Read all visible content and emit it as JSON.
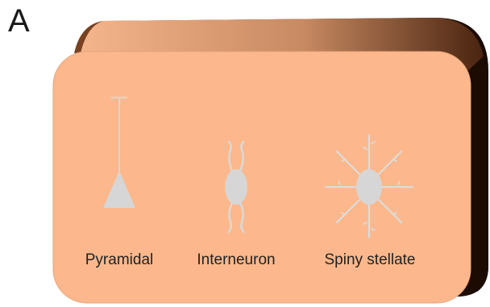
{
  "panel": {
    "letter": "A"
  },
  "colors": {
    "box_front": "#fcb88c",
    "box_top_light": "#f3b189",
    "box_side_dark": "#2a1205",
    "cell_fill": "#d6d6d6"
  },
  "cells": [
    {
      "label": "Pyramidal",
      "icon": "pyramidal-neuron-icon"
    },
    {
      "label": "Interneuron",
      "icon": "interneuron-icon"
    },
    {
      "label": "Spiny stellate",
      "icon": "spiny-stellate-icon"
    }
  ]
}
